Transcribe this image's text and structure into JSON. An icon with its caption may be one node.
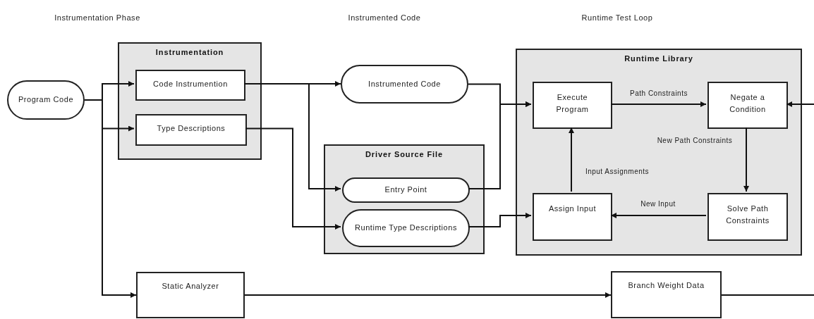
{
  "diagram": {
    "nodes": [
      {
        "text": [
          "Program Code"
        ]
      },
      {
        "text": [
          "Instrumentation"
        ]
      },
      {
        "text": [
          "Code Instrumention"
        ],
        "in": 1
      },
      {
        "text": [
          "Type Descriptions"
        ],
        "in": 1
      },
      {
        "text": [
          "Instrumented Code"
        ]
      },
      {
        "text": [
          "Driver Source File"
        ]
      },
      {
        "text": [
          "Entry Point"
        ],
        "in": 5
      },
      {
        "text": [
          "Runtime Type Descriptions"
        ],
        "in": 5
      },
      {
        "text": [
          "Runtime Library"
        ]
      },
      {
        "text": [
          "Execute Program"
        ],
        "in": 8
      },
      {
        "text": [
          "Negate a Condition"
        ],
        "in": 8
      },
      {
        "text": [
          "Assign Input"
        ],
        "in": 8
      },
      {
        "text": [
          "Solve Path Constraints"
        ],
        "in": 8
      },
      {
        "text": [
          "Static Analyzer"
        ]
      },
      {
        "text": [
          "Branch Weight Data"
        ]
      }
    ],
    "edges": [
      {
        "from": 0,
        "to": 2,
        "arrow": "to"
      },
      {
        "from": 0,
        "to": 3,
        "arrow": "to"
      },
      {
        "from": 0,
        "to": 13,
        "arrow": "to"
      },
      {
        "from": 2,
        "to": 4,
        "arrow": "to"
      },
      {
        "from": 2,
        "to": 6,
        "arrow": "to"
      },
      {
        "from": 3,
        "to": 7,
        "arrow": "to"
      },
      {
        "from": 4,
        "to": 9,
        "arrow": "to"
      },
      {
        "from": 6,
        "to": 9,
        "arrow": "to"
      },
      {
        "from": 7,
        "to": 11,
        "arrow": "to"
      },
      {
        "from": 9,
        "to": 10,
        "arrow": "to",
        "label": "Path Constraints"
      },
      {
        "from": 10,
        "to": 12,
        "arrow": "to",
        "label": "New Path Constraints"
      },
      {
        "from": 12,
        "to": 11,
        "arrow": "to",
        "label": "New Input"
      },
      {
        "from": 11,
        "to": 9,
        "arrow": "to",
        "label": "Input Assignments"
      },
      {
        "from": 13,
        "to": 14,
        "arrow": "to"
      },
      {
        "from": 14,
        "to": null,
        "arrow": "none"
      },
      {
        "from": null,
        "to": 10,
        "arrow": "to"
      }
    ],
    "labels": [
      "Instrumentation Phase",
      "Instrumented Code",
      "Runtime Test Loop"
    ]
  }
}
